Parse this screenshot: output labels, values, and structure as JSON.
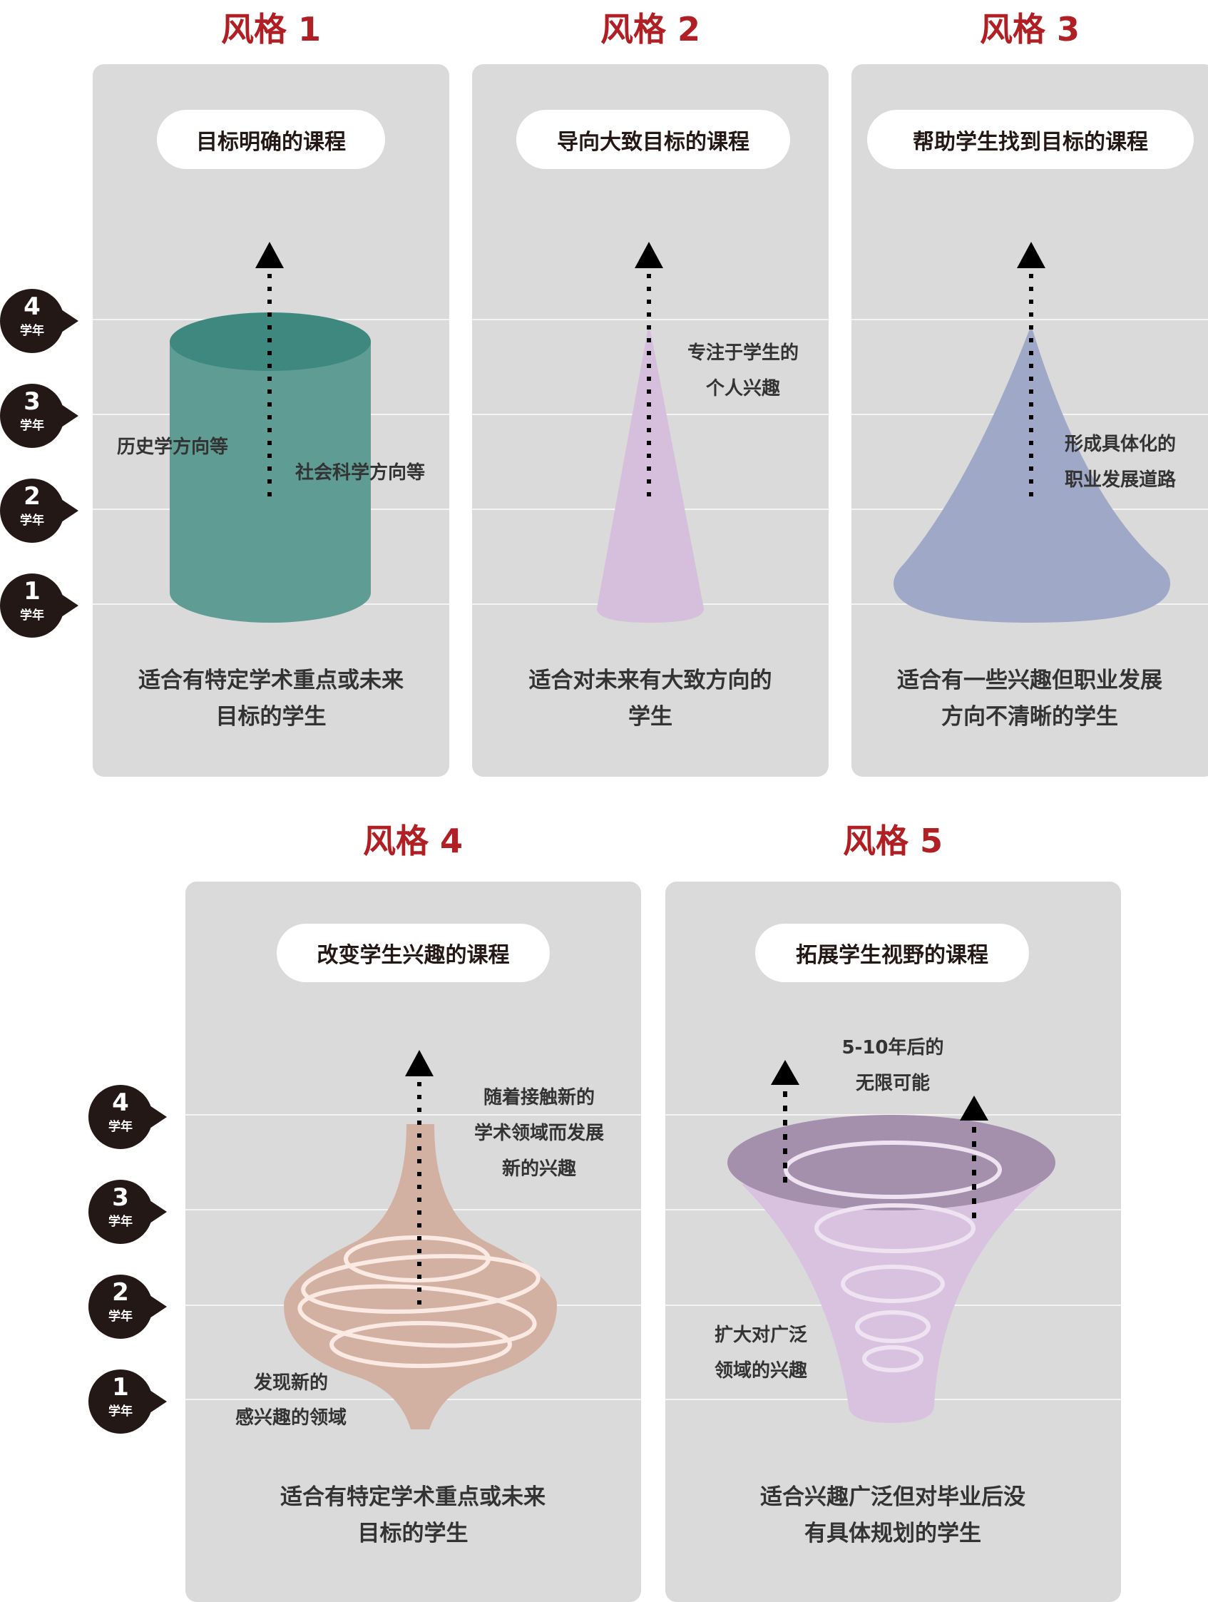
{
  "colors": {
    "title": "#b01f24",
    "panel": "#dadada",
    "badge": "#231815",
    "style1": "#5f9c94",
    "style2": "#d5bfdc",
    "style3": "#a0a8c8",
    "style4": "#d3b1a2",
    "style5": "#d8c2e0"
  },
  "year_unit": "学年",
  "years": [
    "4",
    "3",
    "2",
    "1"
  ],
  "styles": [
    {
      "title": "风格 1",
      "course": "目标明确的课程",
      "labels": [
        "历史学方向等",
        "社会科学方向等"
      ],
      "desc": [
        "适合有特定学术重点或未来",
        "目标的学生"
      ]
    },
    {
      "title": "风格 2",
      "course": "导向大致目标的课程",
      "labels": [
        "专注于学生的",
        "个人兴趣"
      ],
      "desc": [
        "适合对未来有大致方向的",
        "学生"
      ]
    },
    {
      "title": "风格 3",
      "course": "帮助学生找到目标的课程",
      "labels": [
        "形成具体化的",
        "职业发展道路"
      ],
      "desc": [
        "适合有一些兴趣但职业发展",
        "方向不清晰的学生"
      ]
    },
    {
      "title": "风格 4",
      "course": "改变学生兴趣的课程",
      "labels": [
        "随着接触新的",
        "学术领域而发展",
        "新的兴趣",
        "发现新的",
        "感兴趣的领域"
      ],
      "desc": [
        "适合有特定学术重点或未来",
        "目标的学生"
      ]
    },
    {
      "title": "风格 5",
      "course": "拓展学生视野的课程",
      "labels": [
        "5-10年后的",
        "无限可能",
        "扩大对广泛",
        "领域的兴趣"
      ],
      "desc": [
        "适合兴趣广泛但对毕业后没",
        "有具体规划的学生"
      ]
    }
  ]
}
